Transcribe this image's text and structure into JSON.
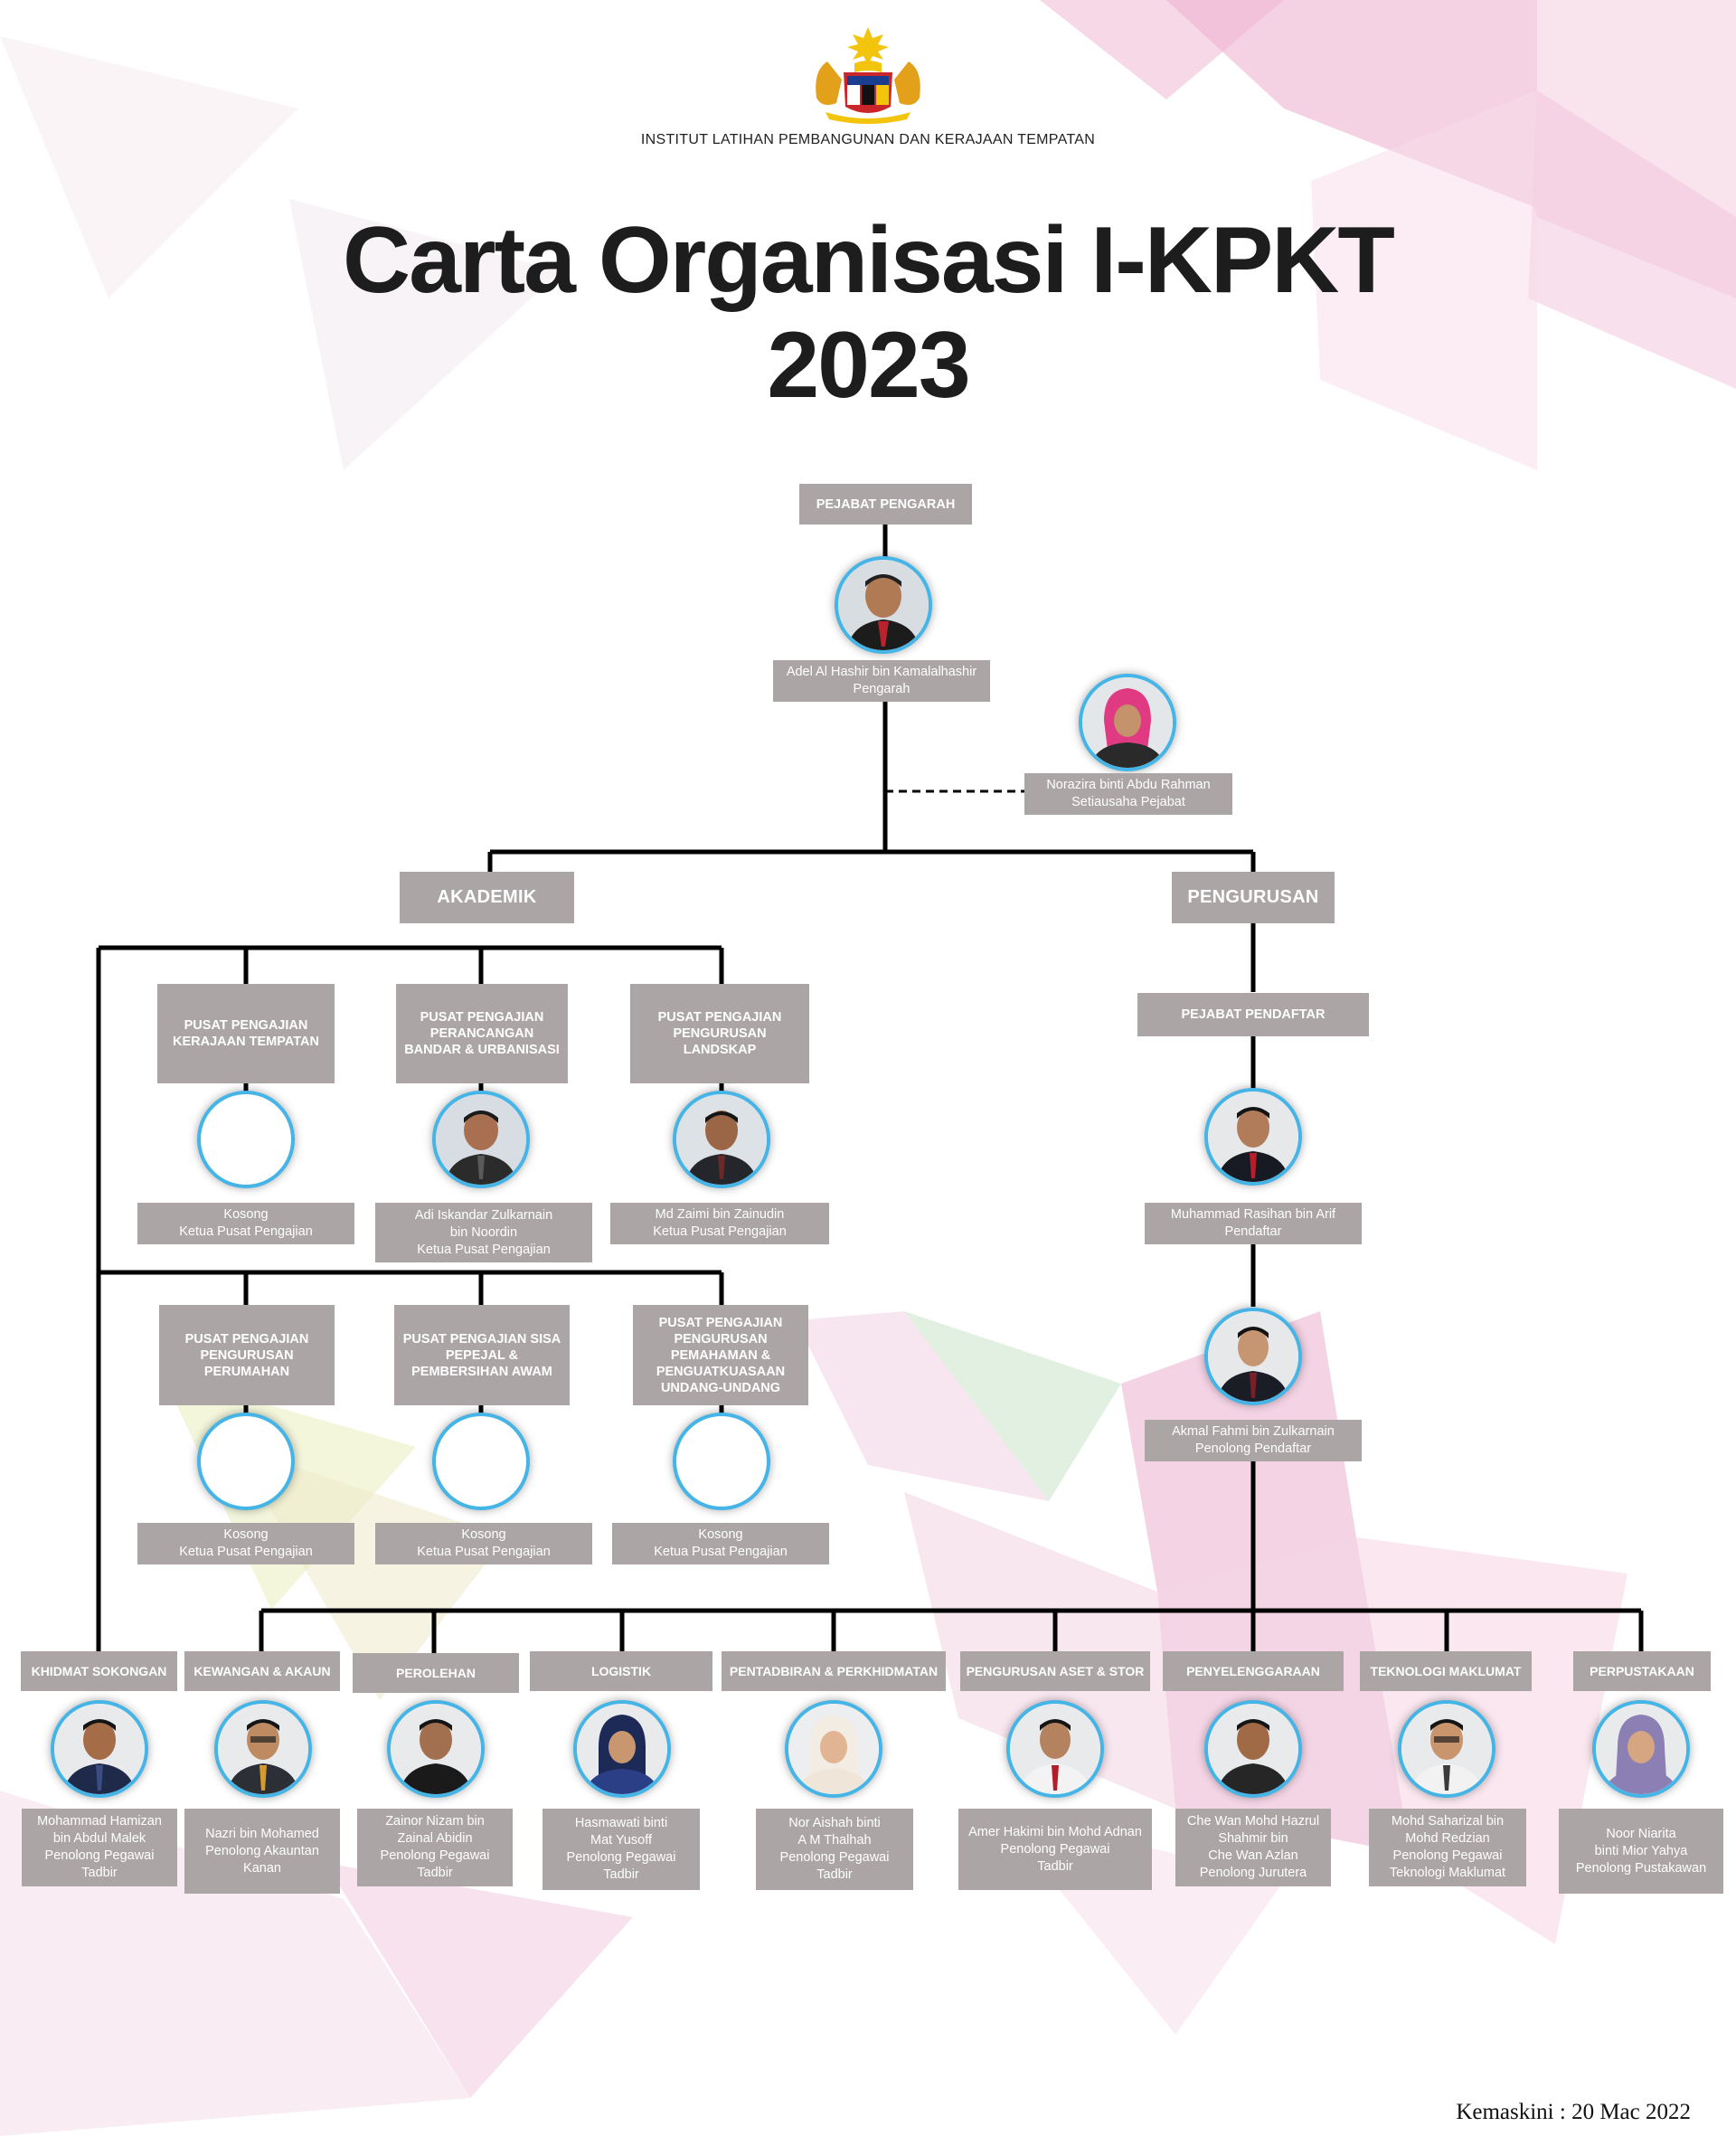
{
  "header": {
    "institute": "INSTITUT LATIHAN PEMBANGUNAN DAN KERAJAAN TEMPATAN",
    "title_line1": "Carta Organisasi I-KPKT",
    "title_line2": "2023",
    "crest_icon": "malaysia-coat-of-arms-icon"
  },
  "colors": {
    "box": "#aba5a6",
    "photo_ring": "#45b4e6",
    "line": "#000000",
    "accent_pink": "#e7a3c8",
    "accent_green": "#d4e9d6"
  },
  "top": {
    "office": "PEJABAT PENGARAH",
    "director_name": "Adel Al Hashir bin Kamalalhashir",
    "director_title": "Pengarah",
    "secretary_name": "Norazira binti Abdu Rahman",
    "secretary_title": "Setiausaha Pejabat"
  },
  "divisions": {
    "left": "AKADEMIK",
    "right": "PENGURUSAN"
  },
  "centres": [
    {
      "label": "PUSAT PENGAJIAN KERAJAAN TEMPATAN",
      "name": "Kosong",
      "role": "Ketua Pusat Pengajian"
    },
    {
      "label": "PUSAT PENGAJIAN PERANCANGAN BANDAR & URBANISASI",
      "name": "Adi Iskandar Zulkarnain bin Noordin",
      "role": "Ketua Pusat Pengajian"
    },
    {
      "label": "PUSAT PENGAJIAN PENGURUSAN LANDSKAP",
      "name": "Md Zaimi bin Zainudin",
      "role": "Ketua Pusat Pengajian"
    },
    {
      "label": "PUSAT PENGAJIAN PENGURUSAN PERUMAHAN",
      "name": "Kosong",
      "role": "Ketua Pusat Pengajian"
    },
    {
      "label": "PUSAT PENGAJIAN SISA PEPEJAL & PEMBERSIHAN AWAM",
      "name": "Kosong",
      "role": "Ketua Pusat Pengajian"
    },
    {
      "label": "PUSAT PENGAJIAN PENGURUSAN PEMAHAMAN & PENGUATKUASAAN UNDANG-UNDANG",
      "name": "Kosong",
      "role": "Ketua Pusat Pengajian"
    }
  ],
  "registrar": {
    "office": "PEJABAT PENDAFTAR",
    "registrar_name": "Muhammad Rasihan bin Arif",
    "registrar_title": "Pendaftar",
    "assistant_name": "Akmal Fahmi bin Zulkarnain",
    "assistant_title": "Penolong Pendaftar"
  },
  "units": [
    {
      "label": "KHIDMAT SOKONGAN",
      "lines": [
        "Mohammad Hamizan",
        "bin Abdul Malek",
        "Penolong Pegawai",
        "Tadbir"
      ]
    },
    {
      "label": "KEWANGAN & AKAUN",
      "lines": [
        "Nazri bin Mohamed",
        "Penolong Akauntan",
        "Kanan"
      ]
    },
    {
      "label": "PEROLEHAN",
      "lines": [
        "Zainor Nizam bin",
        "Zainal Abidin",
        "Penolong Pegawai",
        "Tadbir"
      ]
    },
    {
      "label": "LOGISTIK",
      "lines": [
        "Hasmawati binti",
        "Mat Yusoff",
        "Penolong Pegawai",
        "Tadbir"
      ]
    },
    {
      "label": "PENTADBIRAN & PERKHIDMATAN",
      "lines": [
        "Nor Aishah binti",
        "A M Thalhah",
        "Penolong Pegawai",
        "Tadbir"
      ]
    },
    {
      "label": "PENGURUSAN ASET & STOR",
      "lines": [
        "Amer Hakimi bin Mohd Adnan",
        "Penolong Pegawai",
        "Tadbir"
      ]
    },
    {
      "label": "PENYELENGGARAAN",
      "lines": [
        "Che Wan Mohd Hazrul",
        "Shahmir bin",
        "Che Wan Azlan",
        "Penolong Jurutera"
      ]
    },
    {
      "label": "TEKNOLOGI MAKLUMAT",
      "lines": [
        "Mohd Saharizal bin",
        "Mohd Redzian",
        "Penolong Pegawai",
        "Teknologi Maklumat"
      ]
    },
    {
      "label": "PERPUSTAKAAN",
      "lines": [
        "Noor Niarita",
        "binti Mior Yahya",
        "Penolong Pustakawan"
      ]
    }
  ],
  "footer": {
    "updated": "Kemaskini : 20 Mac 2022"
  }
}
